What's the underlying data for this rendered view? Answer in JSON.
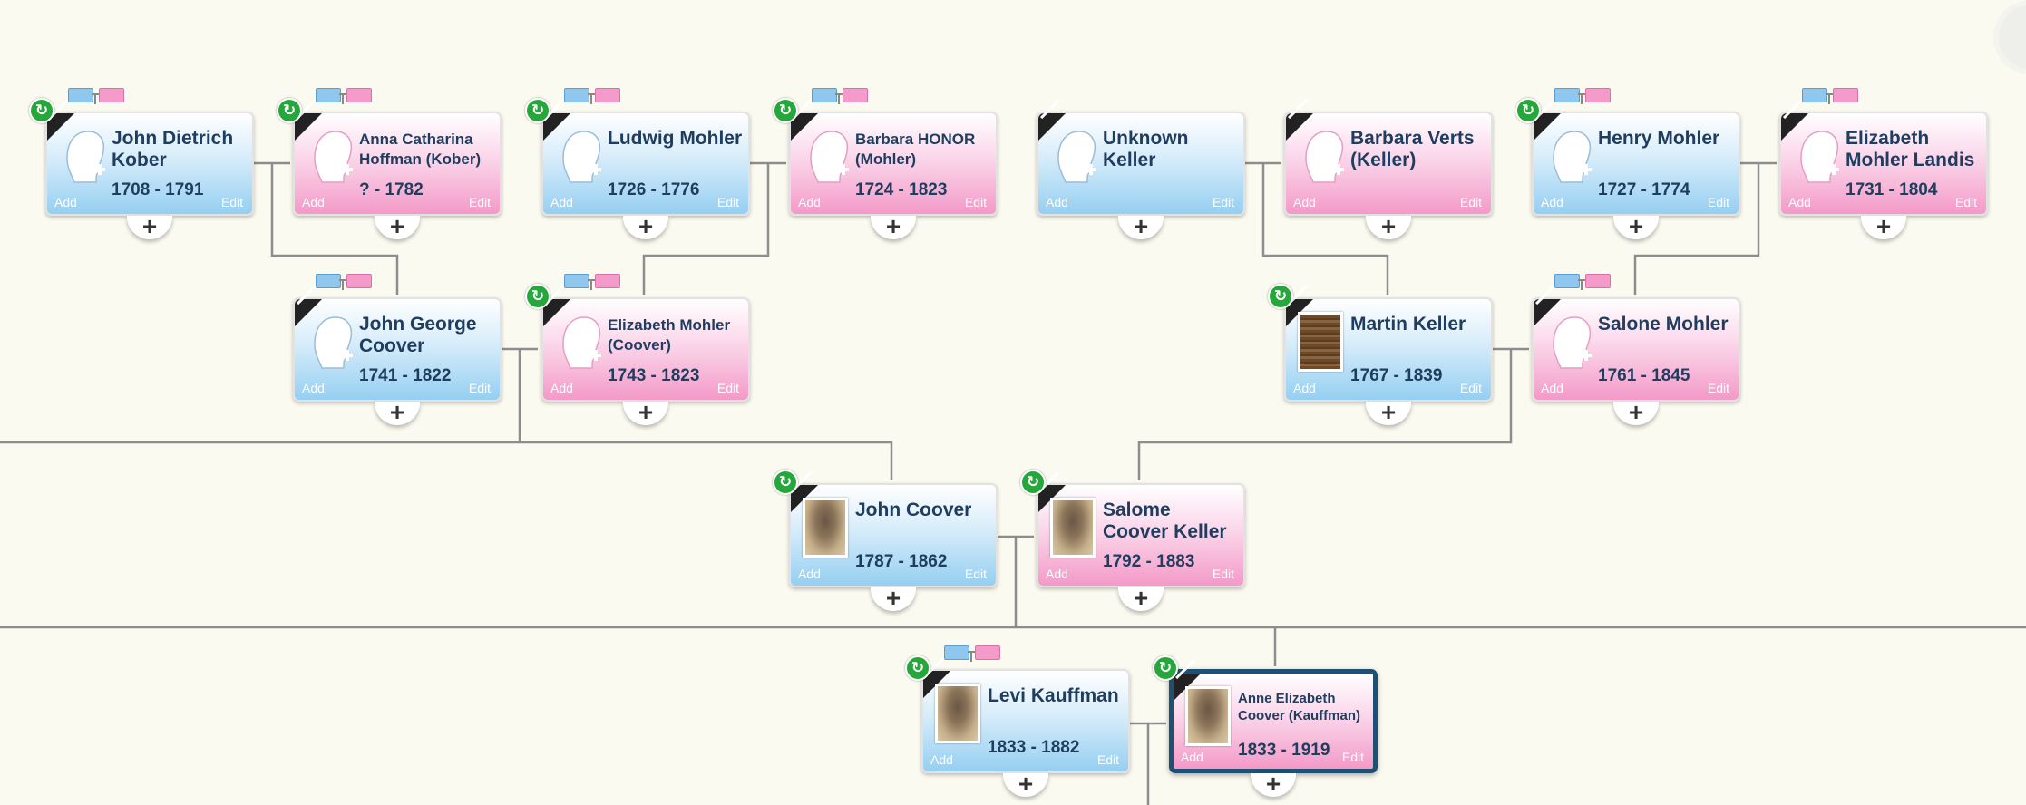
{
  "people": [
    {
      "id": "john-dietrich-kober",
      "name": "John Dietrich Kober",
      "dates": "1708 - 1791",
      "gender": "male",
      "portrait": "silhouette",
      "sync": true,
      "pair": true,
      "size": "normal"
    },
    {
      "id": "anna-catharina-hoffman",
      "name": "Anna Catharina Hoffman (Kober)",
      "dates": "? - 1782",
      "gender": "female",
      "portrait": "silhouette",
      "sync": true,
      "pair": true,
      "size": "small"
    },
    {
      "id": "ludwig-mohler",
      "name": "Ludwig Mohler",
      "dates": "1726 - 1776",
      "gender": "male",
      "portrait": "silhouette",
      "sync": true,
      "pair": true,
      "size": "normal"
    },
    {
      "id": "barbara-honor",
      "name": "Barbara HONOR (Mohler)",
      "dates": "1724 - 1823",
      "gender": "female",
      "portrait": "silhouette",
      "sync": true,
      "pair": true,
      "size": "small"
    },
    {
      "id": "unknown-keller",
      "name": "Unknown Keller",
      "dates": "",
      "gender": "male",
      "portrait": "silhouette",
      "sync": false,
      "pair": false,
      "size": "normal"
    },
    {
      "id": "barbara-verts",
      "name": "Barbara Verts (Keller)",
      "dates": "",
      "gender": "female",
      "portrait": "silhouette",
      "sync": false,
      "pair": false,
      "size": "normal"
    },
    {
      "id": "henry-mohler",
      "name": "Henry Mohler",
      "dates": "1727 - 1774",
      "gender": "male",
      "portrait": "silhouette",
      "sync": true,
      "pair": true,
      "size": "normal"
    },
    {
      "id": "elizabeth-mohler-landis",
      "name": "Elizabeth Mohler Landis",
      "dates": "1731 - 1804",
      "gender": "female",
      "portrait": "silhouette",
      "sync": false,
      "pair": true,
      "size": "normal"
    },
    {
      "id": "john-george-coover",
      "name": "John George Coover",
      "dates": "1741 - 1822",
      "gender": "male",
      "portrait": "silhouette",
      "sync": false,
      "pair": true,
      "size": "normal"
    },
    {
      "id": "elizabeth-mohler-coover",
      "name": "Elizabeth Mohler (Coover)",
      "dates": "1743 - 1823",
      "gender": "female",
      "portrait": "silhouette",
      "sync": true,
      "pair": true,
      "size": "small"
    },
    {
      "id": "martin-keller",
      "name": "Martin Keller",
      "dates": "1767 - 1839",
      "gender": "male",
      "portrait": "document",
      "sync": true,
      "pair": false,
      "size": "normal"
    },
    {
      "id": "salone-mohler",
      "name": "Salone Mohler",
      "dates": "1761 - 1845",
      "gender": "female",
      "portrait": "silhouette",
      "sync": false,
      "pair": true,
      "size": "normal"
    },
    {
      "id": "john-coover",
      "name": "John Coover",
      "dates": "1787 - 1862",
      "gender": "male",
      "portrait": "photo",
      "sync": true,
      "pair": false,
      "size": "normal"
    },
    {
      "id": "salome-coover-keller",
      "name": "Salome Coover Keller",
      "dates": "1792 - 1883",
      "gender": "female",
      "portrait": "photo",
      "sync": true,
      "pair": false,
      "size": "normal"
    },
    {
      "id": "levi-kauffman",
      "name": "Levi Kauffman",
      "dates": "1833 - 1882",
      "gender": "male",
      "portrait": "photo",
      "sync": true,
      "pair": true,
      "size": "normal"
    },
    {
      "id": "anne-elizabeth-coover",
      "name": "Anne Elizabeth Coover (Kauffman)",
      "dates": "1833 - 1919",
      "gender": "female",
      "portrait": "photo",
      "sync": true,
      "pair": false,
      "size": "xsmall",
      "selected": true
    }
  ],
  "labels": {
    "add": "Add",
    "edit": "Edit",
    "expand": "+",
    "sync": "↻"
  }
}
